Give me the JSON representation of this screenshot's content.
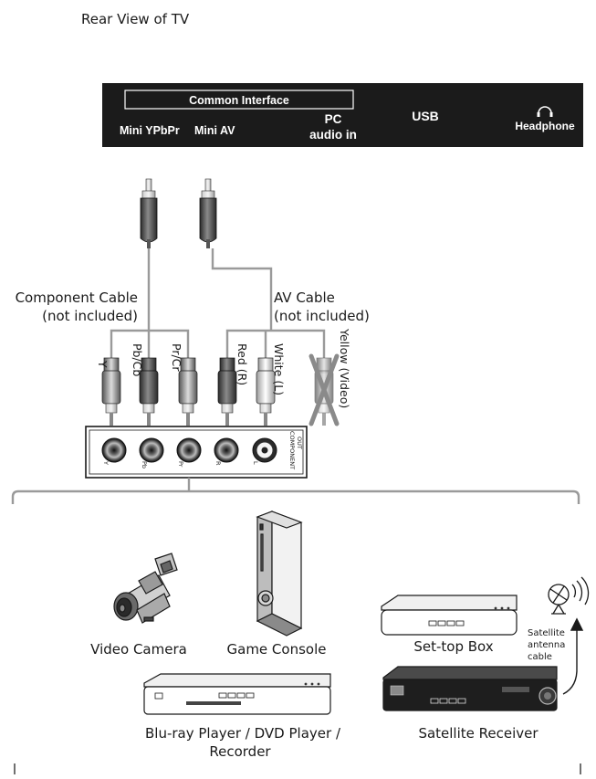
{
  "title": "Rear View of TV",
  "tv_panel": {
    "common_interface": "Common Interface",
    "mini_ypbpr": "Mini YPbPr",
    "mini_av": "Mini AV",
    "pc_audio_line1": "PC",
    "pc_audio_line2": "audio in",
    "usb": "USB",
    "headphone": "Headphone"
  },
  "cables": {
    "component_line1": "Component Cable",
    "component_line2": "(not included)",
    "av_line1": "AV Cable",
    "av_line2": "(not included)"
  },
  "plugs": {
    "y": "Y",
    "pb_cb": "Pb/Cb",
    "pr_cr": "Pr/Cr",
    "red_r": "Red (R)",
    "white_l": "White (L)",
    "yellow_video": "Yellow (Video)"
  },
  "jack_panel": {
    "label_line1": "COMPONENT",
    "label_line2": "OUT",
    "jack_y": "Y",
    "jack_pb": "Pb",
    "jack_pr": "Pr",
    "jack_r": "R",
    "jack_l": "L"
  },
  "devices": {
    "video_camera": "Video Camera",
    "game_console": "Game Console",
    "set_top_box": "Set-top Box",
    "bluray_line1": "Blu-ray Player / DVD Player /",
    "bluray_line2": "Recorder",
    "satellite_receiver": "Satellite Receiver",
    "satellite_cable_line1": "Satellite",
    "satellite_cable_line2": "antenna",
    "satellite_cable_line3": "cable"
  }
}
